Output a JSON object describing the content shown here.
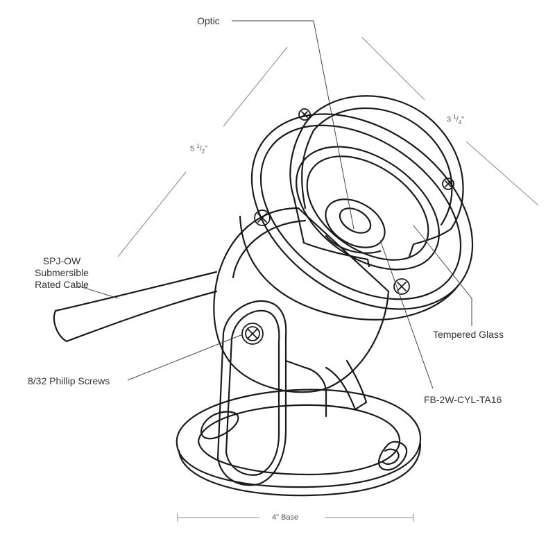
{
  "colors": {
    "outline": "#1a1a1a",
    "leader": "#444444",
    "dimension": "#888888"
  },
  "callouts": {
    "optic": "Optic",
    "cable": [
      "SPJ-OW",
      "Submersible",
      "Rated Cable"
    ],
    "screws": "8/32 Phillip Screws",
    "glass": "Tempered Glass",
    "model": "FB-2W-CYL-TA16"
  },
  "dimensions": {
    "height": {
      "whole": "5",
      "num": "1",
      "den": "2",
      "unit": "\""
    },
    "diameter": {
      "whole": "3",
      "num": "1",
      "den": "4",
      "unit": "\""
    },
    "base": "4\" Base"
  }
}
